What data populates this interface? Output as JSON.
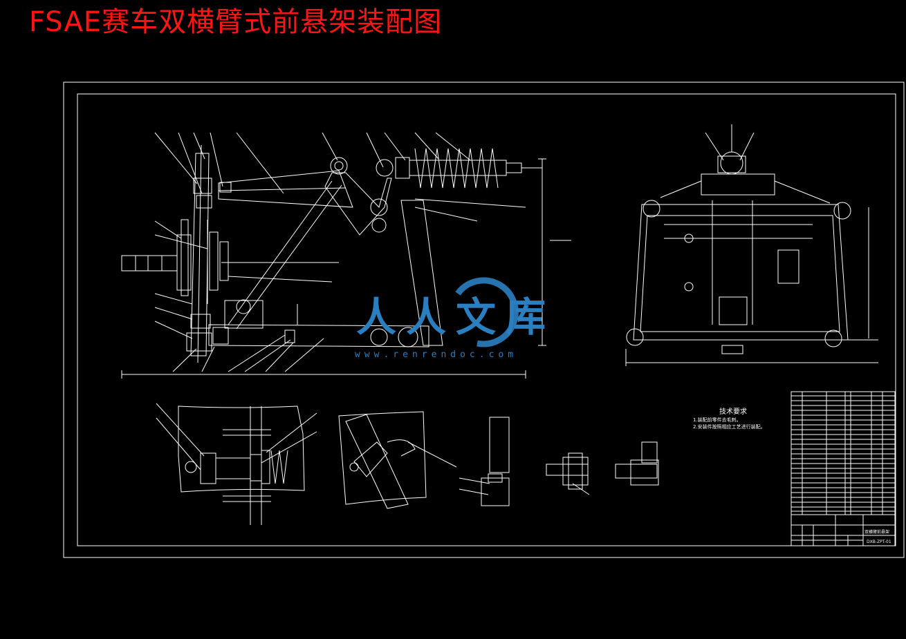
{
  "page": {
    "title": "FSAE赛车双横臂式前悬架装配图"
  },
  "watermark": {
    "text": "人人文库",
    "url": "www.renrendoc.com",
    "color": "#2a7fc0"
  },
  "technical_requirements": {
    "title": "技术要求",
    "lines": [
      "1.装配前零件去毛刺。",
      "2.安装件按照相应工艺进行装配。"
    ]
  },
  "title_block": {
    "drawing_name": "双横臂前悬架",
    "drawing_code": "DXB-ZPT-01"
  },
  "colors": {
    "title": "#ff1414",
    "lines": "#ffffff",
    "background": "#000000"
  }
}
